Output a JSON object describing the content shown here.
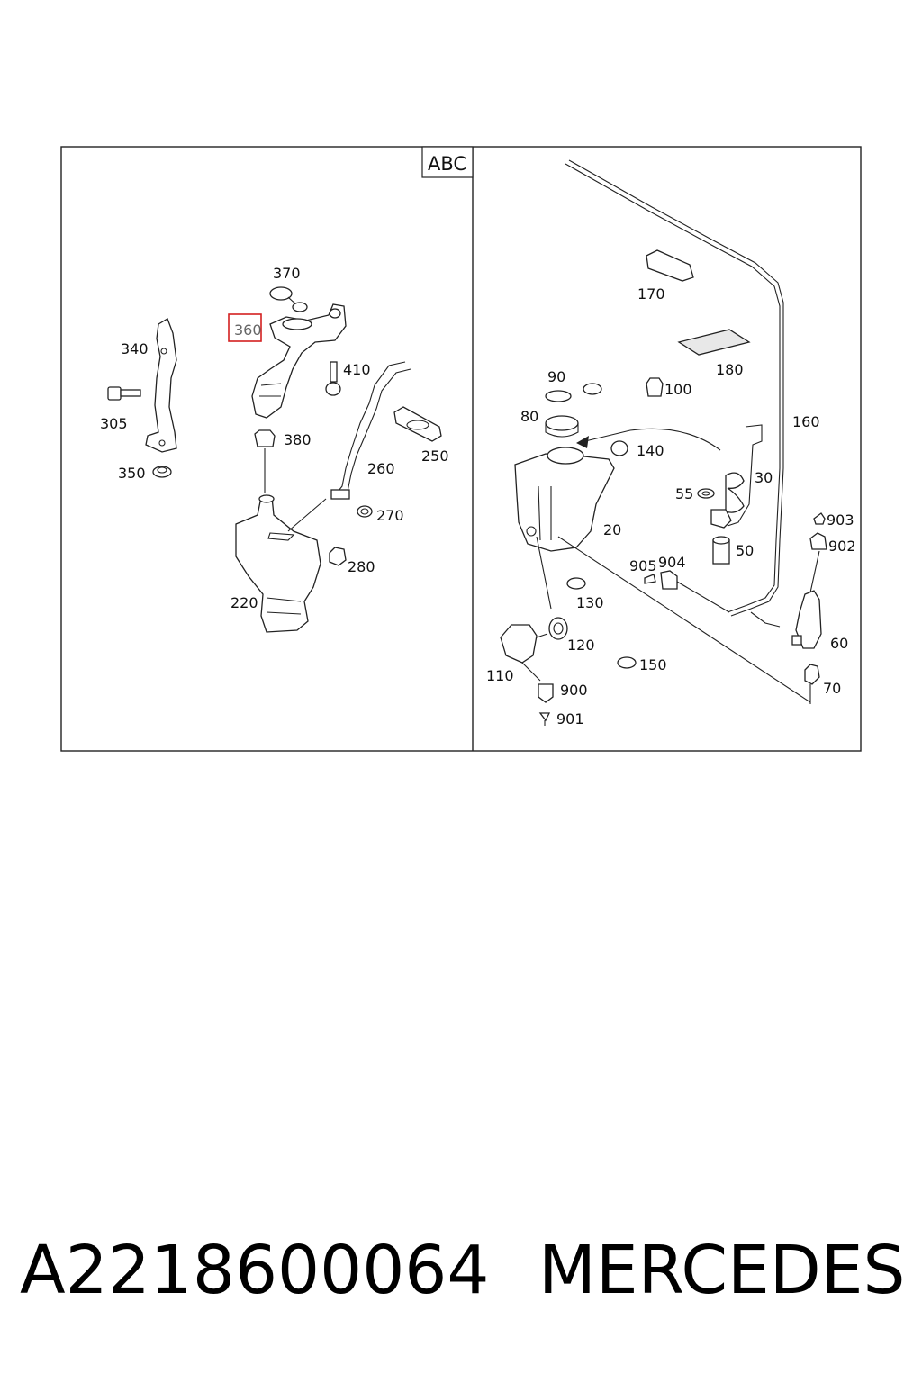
{
  "diagram": {
    "group_label": "ABC",
    "highlighted_label": "360",
    "left_labels": [
      "370",
      "340",
      "410",
      "305",
      "380",
      "260",
      "250",
      "350",
      "270",
      "280",
      "220"
    ],
    "right_labels": [
      "170",
      "180",
      "160",
      "90",
      "100",
      "80",
      "140",
      "30",
      "55",
      "20",
      "50",
      "903",
      "902",
      "905",
      "904",
      "130",
      "60",
      "120",
      "150",
      "110",
      "900",
      "70",
      "901"
    ]
  },
  "footer": {
    "part_number": "A2218600064",
    "brand": "MERCEDES"
  }
}
